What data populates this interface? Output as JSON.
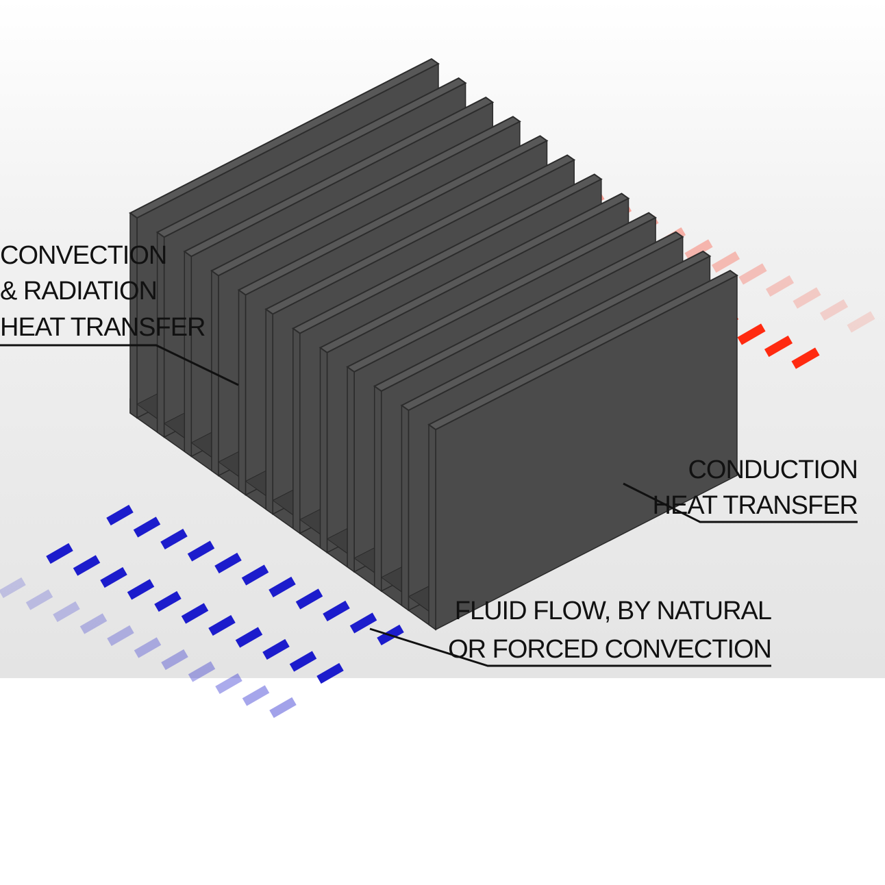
{
  "labels": {
    "convection_radiation": [
      "CONVECTION",
      "& RADIATION",
      "HEAT TRANSFER"
    ],
    "conduction": [
      "CONDUCTION",
      "HEAT TRANSFER"
    ],
    "fluid_flow": [
      "FLUID FLOW, BY NATURAL",
      "OR FORCED CONVECTION"
    ]
  },
  "colors": {
    "cold_flow": "#1c1ccc",
    "hot_flow": "#ff2a10",
    "heatsink": "#555555",
    "background": "#eeeeee"
  },
  "heatsink": {
    "fin_count": 12
  }
}
